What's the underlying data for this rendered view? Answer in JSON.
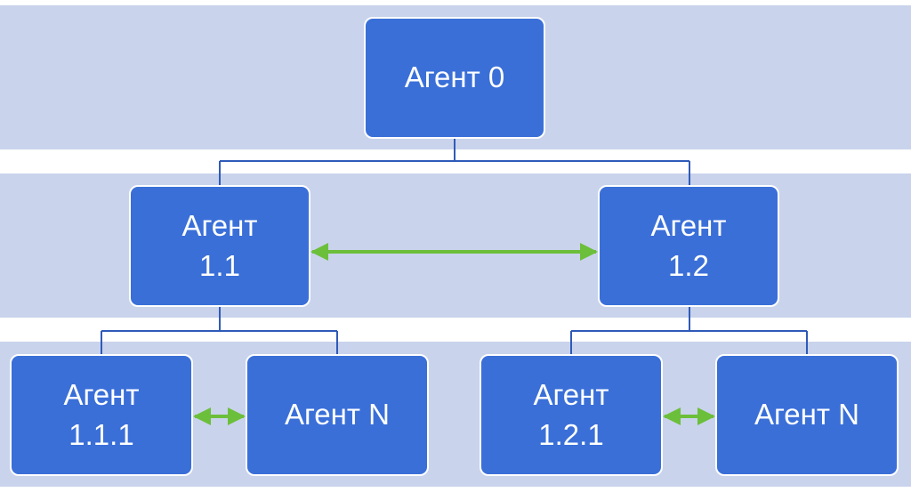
{
  "diagram": {
    "nodes": {
      "root": "Агент 0",
      "agent_1_1": "Агент\n1.1",
      "agent_1_2": "Агент\n1.2",
      "agent_1_1_1": "Агент\n1.1.1",
      "agent_1_1_n": "Агент N",
      "agent_1_2_1": "Агент\n1.2.1",
      "agent_1_2_n": "Агент N"
    },
    "hierarchy_edges": [
      [
        "root",
        "agent_1_1"
      ],
      [
        "root",
        "agent_1_2"
      ],
      [
        "agent_1_1",
        "agent_1_1_1"
      ],
      [
        "agent_1_1",
        "agent_1_1_n"
      ],
      [
        "agent_1_2",
        "agent_1_2_1"
      ],
      [
        "agent_1_2",
        "agent_1_2_n"
      ]
    ],
    "peer_links": [
      [
        "agent_1_1",
        "agent_1_2"
      ],
      [
        "agent_1_1_1",
        "agent_1_1_n"
      ],
      [
        "agent_1_2_1",
        "agent_1_2_n"
      ]
    ],
    "colors": {
      "band": "#c9d3ec",
      "node_fill": "#3a6fd8",
      "node_border": "#ffffff",
      "node_text": "#ffffff",
      "hierarchy_line": "#2f5ab8",
      "peer_arrow": "#6cbf3a"
    }
  }
}
